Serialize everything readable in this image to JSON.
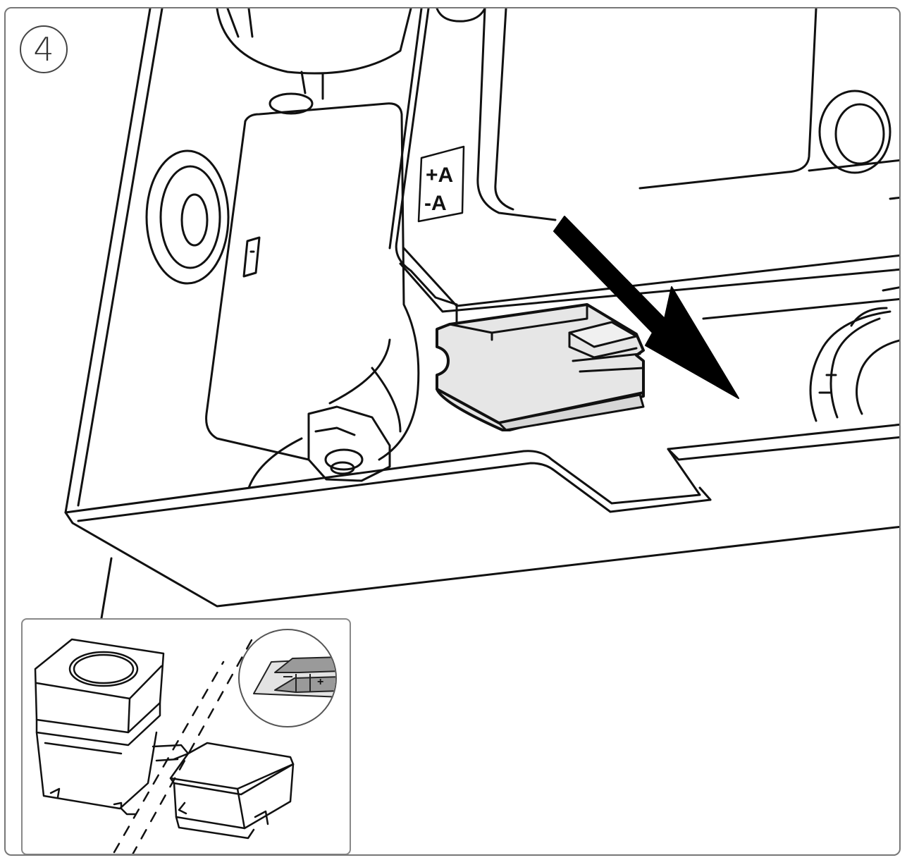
{
  "step": {
    "number": "4"
  },
  "polarity": {
    "positive_label": "+A",
    "negative_label": "-A"
  },
  "zoom": {
    "mark": "+"
  },
  "colors": {
    "line": "#111111",
    "cartridge_fill": "#e6e6e6",
    "cartridge_bottom": "#d6d6d6",
    "arrow": "#000000"
  }
}
